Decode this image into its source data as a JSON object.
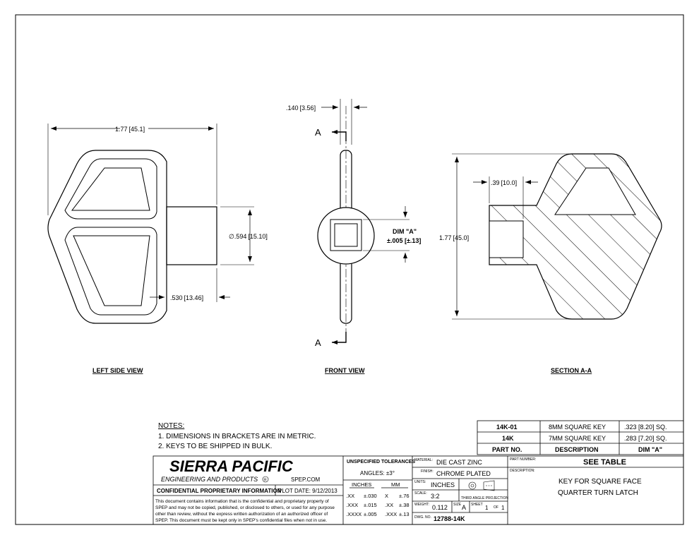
{
  "dimensions": {
    "left_width": "1.77",
    "left_width_mm": "45.1",
    "left_diameter": "∅.594",
    "left_diameter_mm": "15.10",
    "left_boss": ".530",
    "left_boss_mm": "13.46",
    "front_thickness": ".140",
    "front_thickness_mm": "3.56",
    "dim_a_label": "DIM \"A\"",
    "dim_a_tol": "±.005 [±.13]",
    "section_depth": ".39",
    "section_depth_mm": "10.0",
    "section_height": "1.77",
    "section_height_mm": "45.0",
    "section_mark": "A"
  },
  "views": {
    "left": "LEFT SIDE VIEW",
    "front": "FRONT VIEW",
    "section": "SECTION A-A"
  },
  "notes": {
    "heading": "NOTES:",
    "items": [
      "1.   DIMENSIONS IN BRACKETS ARE IN METRIC.",
      "2.   KEYS TO BE SHIPPED IN BULK."
    ]
  },
  "part_table": {
    "rows": [
      [
        "14K-01",
        "8MM SQUARE KEY",
        ".323 [8.20] SQ."
      ],
      [
        "14K",
        "7MM SQUARE KEY",
        ".283 [7.20] SQ."
      ]
    ],
    "headers": [
      "PART NO.",
      "DESCRIPTION",
      "DIM \"A\""
    ]
  },
  "title_block": {
    "company": "SIERRA PACIFIC",
    "company_sub": "ENGINEERING AND PRODUCTS",
    "registered": "R",
    "website": "SPEP.COM",
    "confidential": "CONFIDENTIAL PROPRIETARY INFORMATION",
    "plot_date": "PLOT DATE:  9/12/2013",
    "disclaimer": [
      "This document contains information that is the confidential and proprietary property of",
      "SPEP and may not be copied, published, or disclosed to others, or used for any purpose",
      "other than review, without the express written authorization of an authorized officer of",
      "SPEP. This document must be kept only in SPEP's confidential files when not in use."
    ],
    "tolerances_title": "UNSPECIFIED TOLERANCES",
    "angles": "ANGLES:  ±3°",
    "inches_hdr": "INCHES",
    "mm_hdr": "MM",
    "tol_rows": [
      [
        ".XX",
        "±.030",
        "X",
        "±.76"
      ],
      [
        ".XXX",
        "±.015",
        ".XX",
        "±.38"
      ],
      [
        ".XXXX",
        "±.005",
        ".XXX",
        "±.13"
      ]
    ],
    "material_lbl": "MATERIAL:",
    "material": "DIE CAST ZINC",
    "finish_lbl": "FINISH:",
    "finish": "CHROME PLATED",
    "units_lbl": "UNITS:",
    "units": "INCHES",
    "scale_lbl": "SCALE:",
    "scale": "3:2",
    "projection": "THIRD ANGLE PROJECTION",
    "weight_lbl": "WEIGHT:",
    "weight": "0.112",
    "size_lbl": "SIZE",
    "size": "A",
    "sheet_lbl": "SHEET",
    "sheet": "1",
    "of_lbl": "OF",
    "of": "1",
    "dwg_lbl": "DWG. NO.",
    "dwg": "12788-14K",
    "partnum_lbl": "PART NUMBER:",
    "partnum": "SEE TABLE",
    "desc_lbl": "DESCRIPTION:",
    "description_1": "KEY FOR SQUARE FACE",
    "description_2": "QUARTER TURN LATCH"
  }
}
